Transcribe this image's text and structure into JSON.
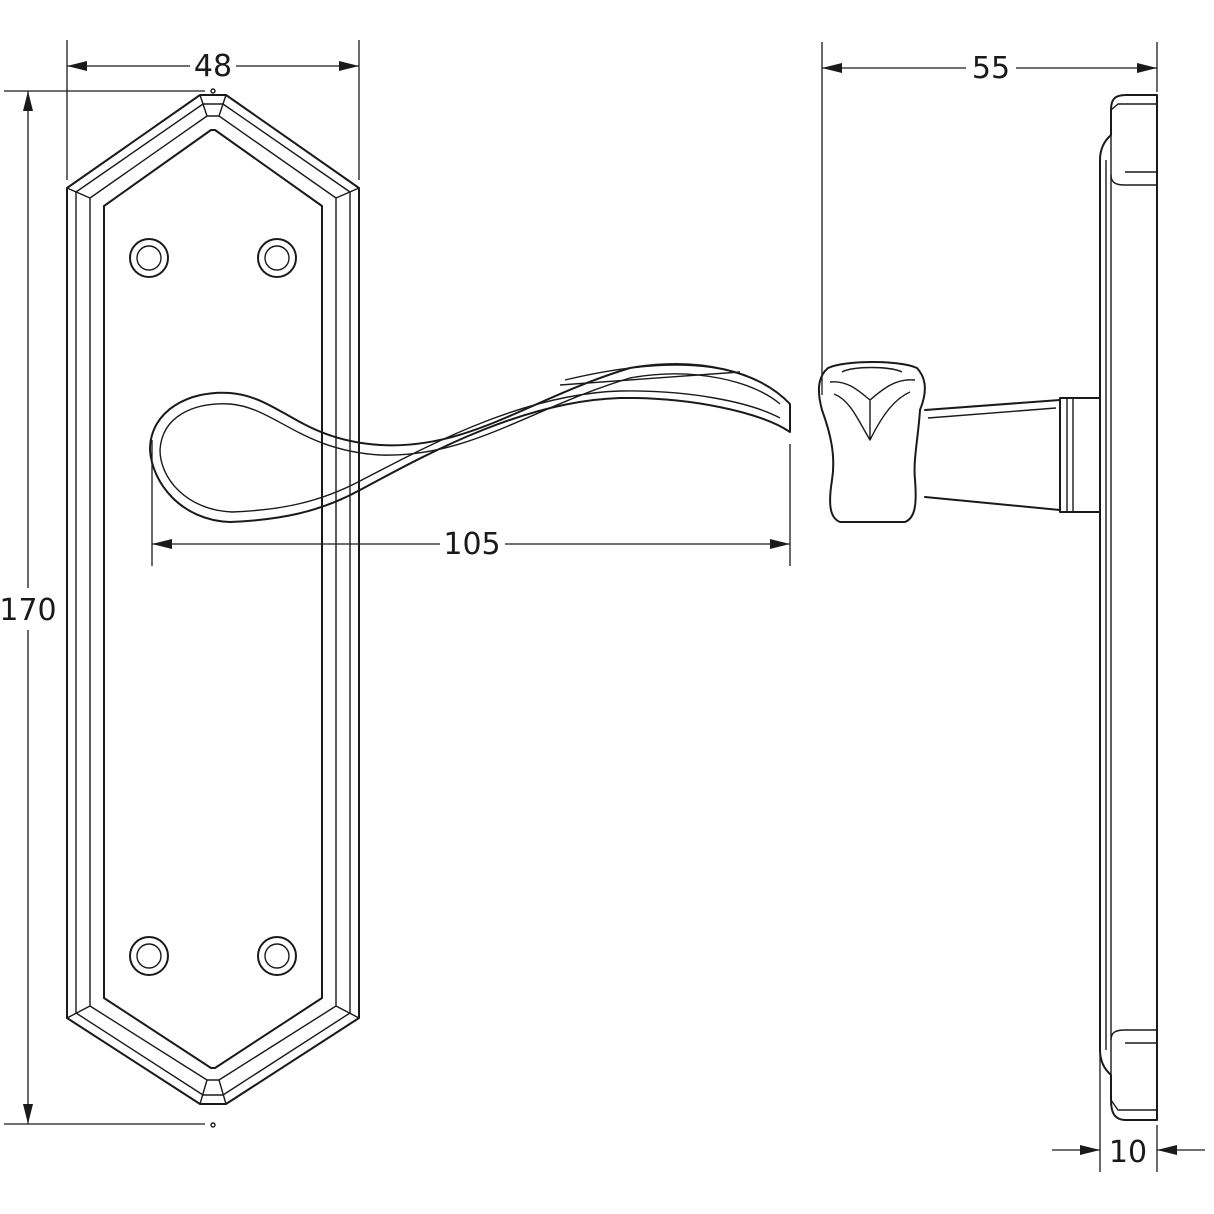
{
  "dimensions": {
    "backplate_width": "48",
    "backplate_height": "170",
    "lever_length": "105",
    "projection": "55",
    "plate_thickness": "10"
  },
  "colors": {
    "line": "#1a1a1a",
    "background": "#ffffff"
  }
}
